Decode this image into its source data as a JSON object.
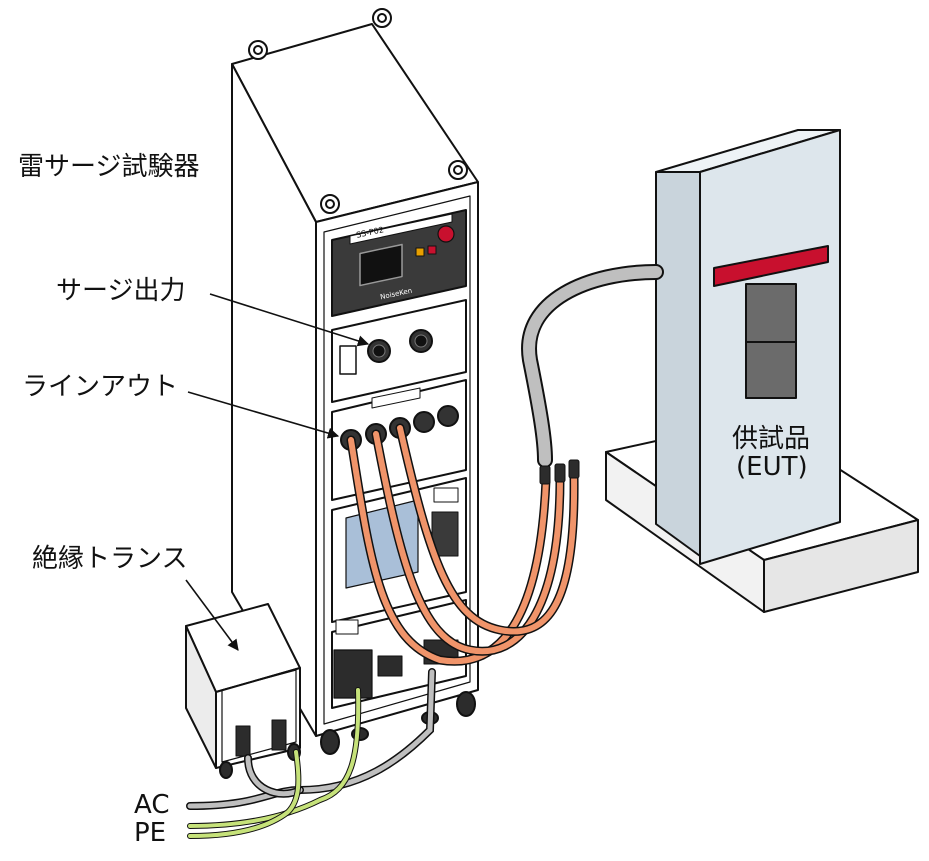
{
  "labels": {
    "surge_tester": "雷サージ試験器",
    "surge_output": "サージ出力",
    "line_out": "ラインアウト",
    "isolation_transformer": "絶縁トランス",
    "eut_line1": "供試品",
    "eut_line2": "(EUT)",
    "ac": "AC",
    "pe": "PE"
  },
  "panel": {
    "model_label": "SS-P02",
    "brand_label": "NoiseKen"
  },
  "colors": {
    "outline": "#111111",
    "cabinet_fill": "#ffffff",
    "eut_fill": "#dde6ec",
    "eut_red_band": "#c8102e",
    "eut_window": "#6b6b6b",
    "surge_cable": "#f0946a",
    "pe_wire": "#c6e27a",
    "ac_cable": "#bfbfbf",
    "panel_dark": "#3a3a3a",
    "panel_blue": "#a9bfd8"
  }
}
